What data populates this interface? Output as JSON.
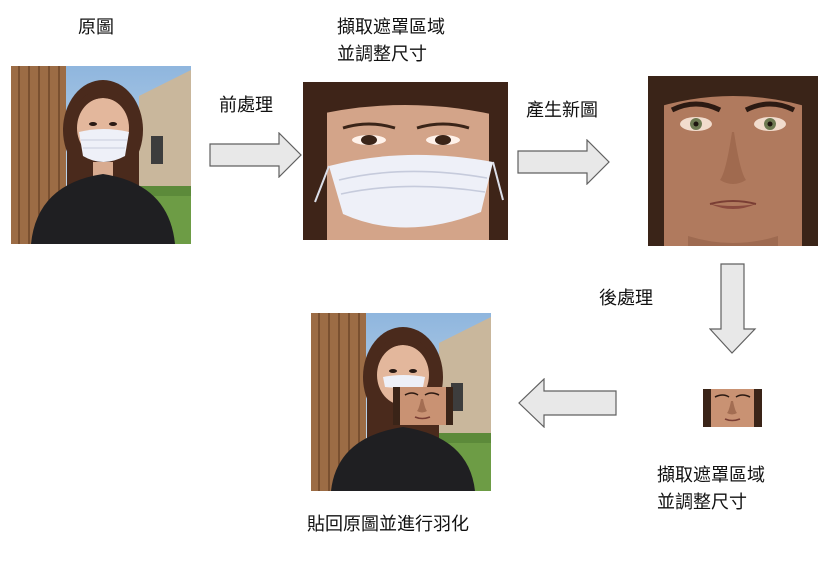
{
  "steps": {
    "original": {
      "label": "原圖"
    },
    "crop_top": {
      "line1": "擷取遮罩區域",
      "line2": "並調整尺寸"
    },
    "preprocess": {
      "label": "前處理"
    },
    "generate": {
      "label": "產生新圖"
    },
    "postprocess": {
      "label": "後處理"
    },
    "crop_bottom": {
      "line1": "擷取遮罩區域",
      "line2": "並調整尺寸"
    },
    "final": {
      "label": "貼回原圖並進行羽化"
    }
  },
  "colors": {
    "arrow_fill": "#e8e8e8",
    "arrow_stroke": "#606060",
    "text": "#111111"
  }
}
